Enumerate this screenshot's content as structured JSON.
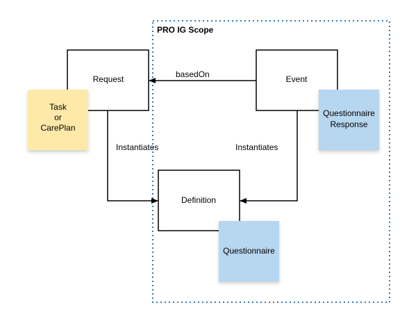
{
  "scope": {
    "title": "PRO IG Scope",
    "border_color": "#2a7ab0"
  },
  "nodes": {
    "request": {
      "label": "Request"
    },
    "event": {
      "label": "Event"
    },
    "definition": {
      "label": "Definition"
    },
    "task_careplan": {
      "lines": [
        "Task",
        "or",
        "CarePlan"
      ],
      "fill": "#ffe9a8"
    },
    "questionnaire_response": {
      "lines": [
        "Questionnaire",
        "Response"
      ],
      "fill": "#b7d6f0"
    },
    "questionnaire": {
      "label": "Questionnaire",
      "fill": "#b7d6f0"
    }
  },
  "edges": {
    "based_on": {
      "label": "basedOn"
    },
    "request_instantiates": {
      "label": "Instantiates"
    },
    "event_instantiates": {
      "label": "Instantiates"
    }
  }
}
